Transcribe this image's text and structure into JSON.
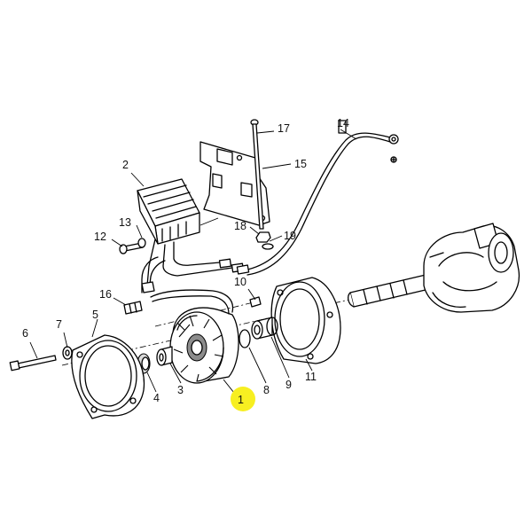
{
  "diagram": {
    "highlight_color": "#f7ef21",
    "highlighted_part": "1",
    "callouts": [
      "1",
      "2",
      "3",
      "4",
      "5",
      "6",
      "7",
      "8",
      "9",
      "10",
      "11",
      "12",
      "13",
      "14",
      "15",
      "16",
      "17",
      "18",
      "19"
    ]
  }
}
